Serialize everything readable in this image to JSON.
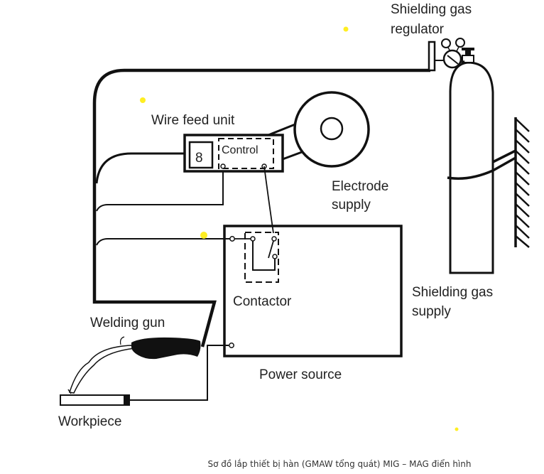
{
  "diagram": {
    "title": "MIG – MAG welding setup",
    "labels": {
      "shielding_gas_regulator_line1": "Shielding gas",
      "shielding_gas_regulator_line2": "regulator",
      "wire_feed_unit": "Wire feed unit",
      "control": "Control",
      "electrode_supply_line1": "Electrode",
      "electrode_supply_line2": "supply",
      "contactor": "Contactor",
      "shielding_gas_supply_line1": "Shielding gas",
      "shielding_gas_supply_line2": "supply",
      "welding_gun": "Welding gun",
      "power_source": "Power source",
      "workpiece": "Workpiece",
      "wire_feed_roller_symbol": "8"
    },
    "components": [
      "shielding-gas-regulator",
      "wire-feed-unit",
      "control-box",
      "electrode-wire-spool",
      "power-source",
      "contactor",
      "shielding-gas-cylinder",
      "wall-mount",
      "welding-gun",
      "workpiece"
    ],
    "colors": {
      "line": "#111111",
      "text": "#222222",
      "marker": "#ffee22",
      "background": "#ffffff"
    }
  },
  "caption": "Sơ đồ lắp thiết bị hàn (GMAW tổng quát) MIG – MAG điển hình"
}
